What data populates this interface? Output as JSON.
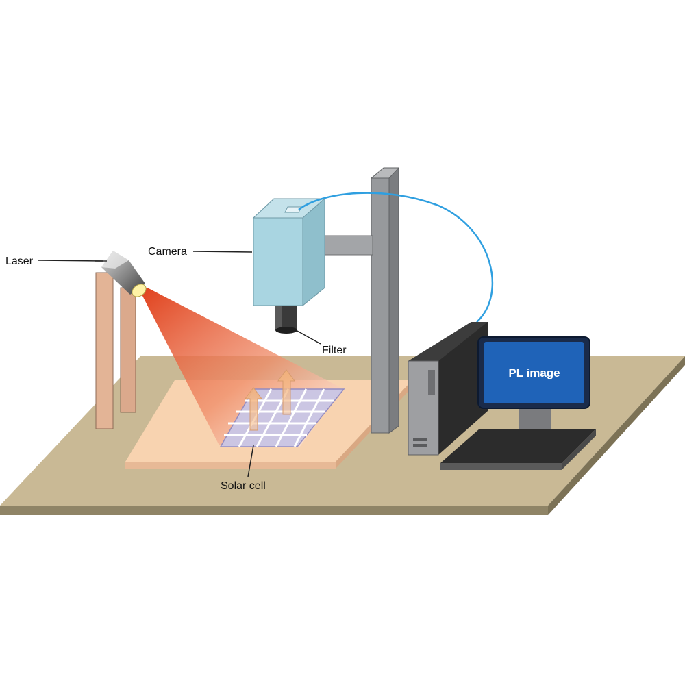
{
  "labels": {
    "laser": "Laser",
    "camera": "Camera",
    "filter": "Filter",
    "solar_cell": "Solar cell",
    "monitor_screen": "PL image"
  },
  "colors": {
    "table_top": "#c9b995",
    "table_edge": "#8f8466",
    "sample_plate": "#f8d3b0",
    "laser_beam": "#e24a25",
    "post": "#dba98c",
    "camera_body": "#a7d3df",
    "stand": "#8f9194",
    "cable": "#2f9fe0",
    "pc_case": "#2b2b2b",
    "monitor_screen": "#1f63b8",
    "solar_cell_grid": "#c9c6e6"
  },
  "icons": {
    "laser": "laser-head-icon",
    "camera": "camera-icon",
    "filter": "lens-filter-icon",
    "computer": "desktop-tower-icon",
    "monitor": "monitor-icon",
    "keyboard": "keyboard-icon"
  }
}
